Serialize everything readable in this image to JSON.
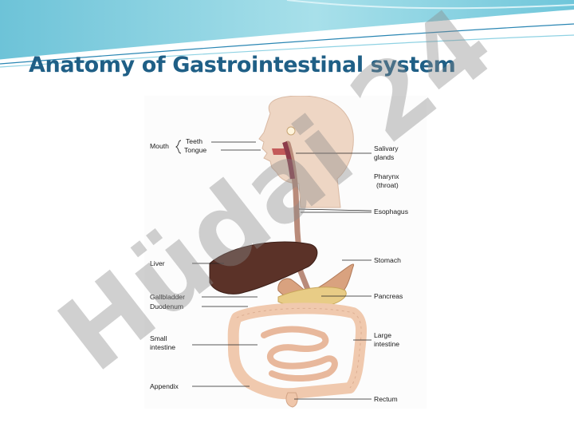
{
  "slide": {
    "title": "Anatomy of Gastrointestinal system"
  },
  "diagram": {
    "labels": {
      "mouth": "Mouth",
      "teeth": "Teeth",
      "tongue": "Tongue",
      "salivary_1": "Salivary",
      "salivary_2": "glands",
      "pharynx_1": "Pharynx",
      "pharynx_2": "(throat)",
      "esophagus": "Esophagus",
      "liver": "Liver",
      "stomach": "Stomach",
      "gallbladder": "Gallbladder",
      "pancreas": "Pancreas",
      "duodenum": "Duodenum",
      "small_1": "Small",
      "small_2": "intestine",
      "large_1": "Large",
      "large_2": "intestine",
      "appendix": "Appendix",
      "rectum": "Rectum"
    }
  },
  "watermark": {
    "text": "Hüdai 24"
  },
  "colors": {
    "title": "#1f5f86",
    "banner": "#8ad0e0",
    "watermark_gray": "#8a8a8a",
    "watermark_violet": "#9b7fe0",
    "skin": "#eed6c4",
    "liver": "#5b3228",
    "stomach": "#d9a27f",
    "pancreas": "#e8cc86",
    "intestine": "#f0c9ae"
  }
}
